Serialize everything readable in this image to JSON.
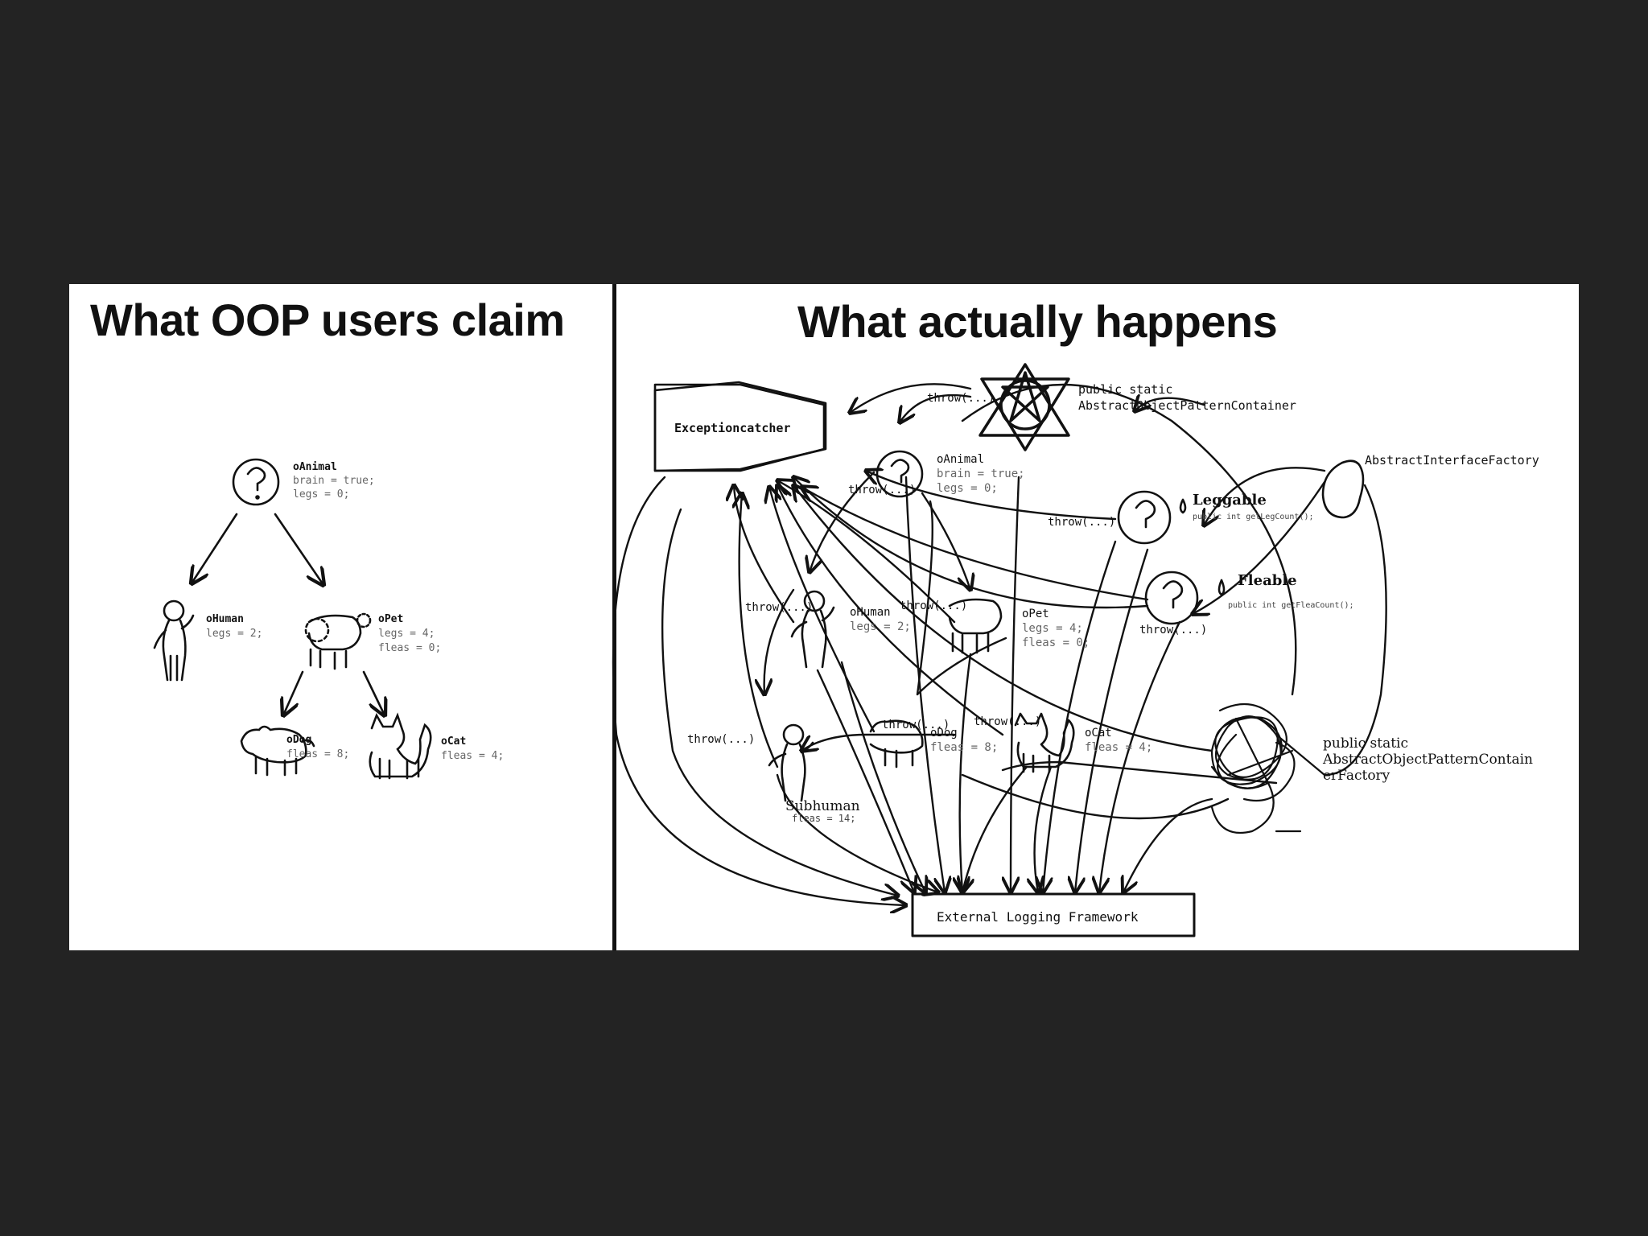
{
  "colors": {
    "background": "#232323",
    "slide": "#ffffff",
    "ink": "#111111",
    "faint": "#666666"
  },
  "left": {
    "title": "What OOP users claim",
    "animal": {
      "name": "oAnimal",
      "props": [
        "brain = true;",
        "legs = 0;"
      ]
    },
    "human": {
      "name": "oHuman",
      "props": [
        "legs = 2;"
      ]
    },
    "pet": {
      "name": "oPet",
      "props": [
        "legs = 4;",
        "fleas = 0;"
      ]
    },
    "dog": {
      "name": "oDog",
      "props": [
        "fleas = 8;"
      ]
    },
    "cat": {
      "name": "oCat",
      "props": [
        "fleas = 4;"
      ]
    }
  },
  "right": {
    "title": "What actually happens",
    "exception_catcher": "Exceptioncatcher",
    "logging": "External Logging Framework",
    "container": [
      "public static",
      "AbstractObjectPatternContainer"
    ],
    "interface_factory": "AbstractInterfaceFactory",
    "leggable": {
      "name": "Leggable",
      "sig": "public int getLegCount();"
    },
    "fleable": {
      "name": "Fleable",
      "sig": "public int getFleaCount();"
    },
    "factory": [
      "public static",
      "AbstractObjectPatternContain",
      "erFactory"
    ],
    "animal": {
      "name": "oAnimal",
      "props": [
        "brain = true;",
        "legs = 0;"
      ]
    },
    "human": {
      "name": "oHuman",
      "props": [
        "legs = 2;"
      ]
    },
    "pet": {
      "name": "oPet",
      "props": [
        "legs = 4;",
        "fleas = 0;"
      ]
    },
    "dog": {
      "name": "oDog",
      "props": [
        "fleas = 8;"
      ]
    },
    "cat": {
      "name": "oCat",
      "props": [
        "fleas = 4;"
      ]
    },
    "subhuman": {
      "name": "Subhuman",
      "props": [
        "fleas = 14;"
      ]
    },
    "throw": "throw(...)"
  }
}
